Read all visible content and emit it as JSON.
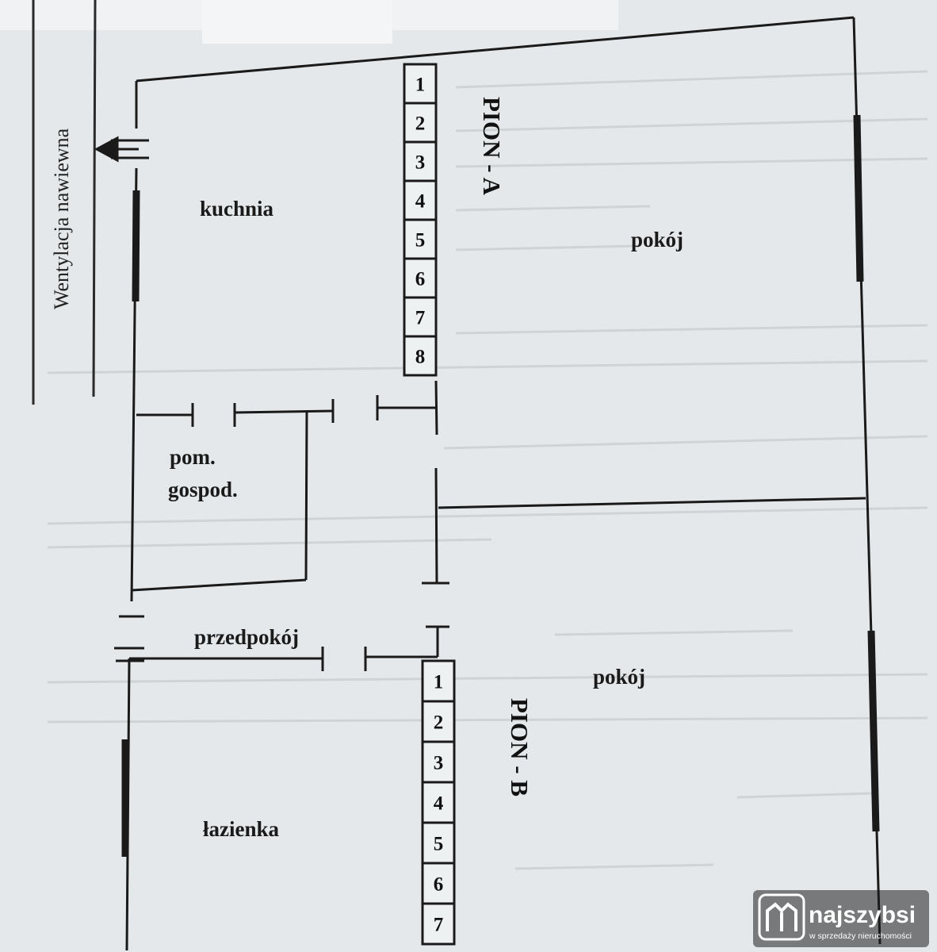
{
  "rooms": {
    "kitchen": "kuchnia",
    "utility_line1": "pom.",
    "utility_line2": "gospod.",
    "hallway": "przedpokój",
    "bathroom": "łazienka",
    "room_top": "pokój",
    "room_bottom": "pokój"
  },
  "ventilation_label": "Wentylacja nawiewna",
  "pion_a": {
    "title": "PION - A",
    "cells": [
      "1",
      "2",
      "3",
      "4",
      "5",
      "6",
      "7",
      "8"
    ]
  },
  "pion_b": {
    "title": "PION - B",
    "cells": [
      "1",
      "2",
      "3",
      "4",
      "5",
      "6",
      "7"
    ]
  },
  "watermark": {
    "brand": "najszybsi",
    "tagline": "w sprzedaży nieruchomości",
    "logo_icon": "m-house-logo-icon"
  },
  "colors": {
    "paper": "#e4e8ea",
    "ink": "#1a1a1a"
  }
}
